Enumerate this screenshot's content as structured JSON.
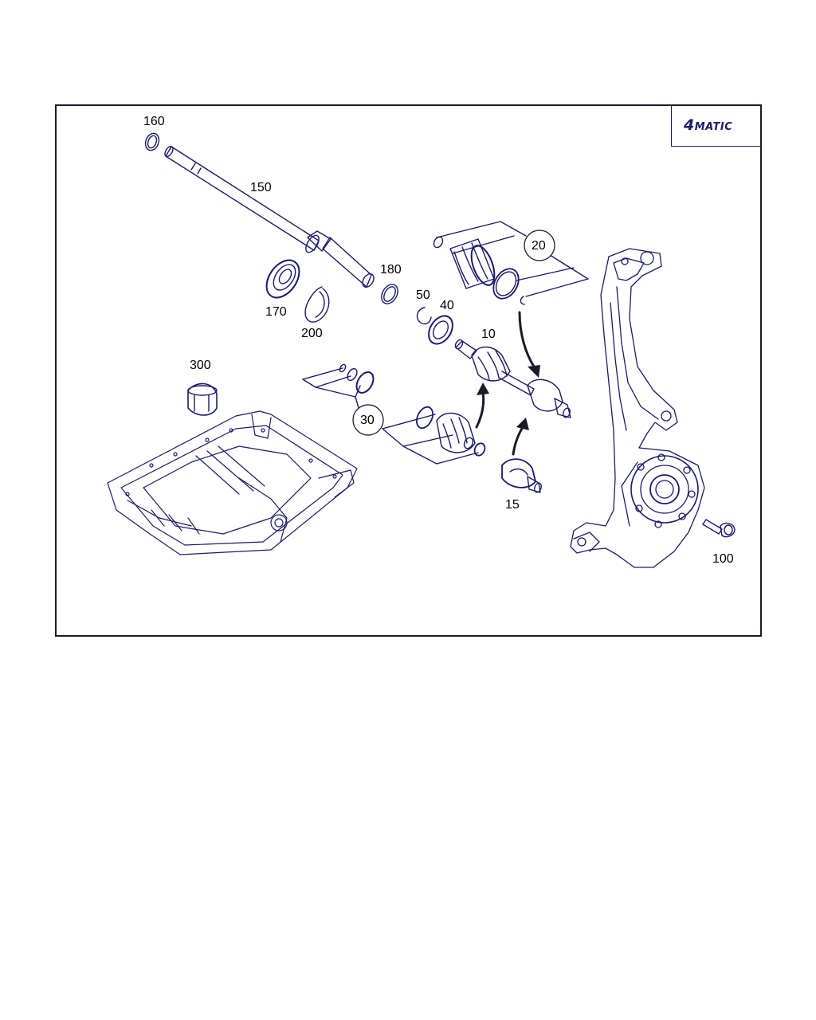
{
  "logo": {
    "digit": "4",
    "word": "MATIC"
  },
  "colors": {
    "line": "#1a1a6a",
    "frame": "#1a1a2a",
    "callout": "#000000"
  },
  "parts": [
    {
      "id": "p160",
      "label": "160"
    },
    {
      "id": "p150",
      "label": "150"
    },
    {
      "id": "p170",
      "label": "170"
    },
    {
      "id": "p200",
      "label": "200"
    },
    {
      "id": "p180",
      "label": "180"
    },
    {
      "id": "p50",
      "label": "50"
    },
    {
      "id": "p40",
      "label": "40"
    },
    {
      "id": "p10",
      "label": "10"
    },
    {
      "id": "p300",
      "label": "300"
    },
    {
      "id": "p15",
      "label": "15"
    },
    {
      "id": "p100",
      "label": "100"
    }
  ],
  "kits": [
    {
      "id": "k20",
      "label": "20"
    },
    {
      "id": "k30",
      "label": "30"
    }
  ]
}
